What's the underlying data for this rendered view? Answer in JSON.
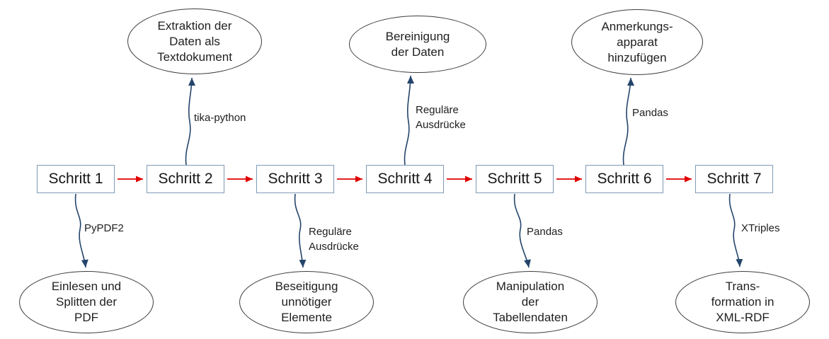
{
  "diagram": {
    "type": "flowchart",
    "language": "de",
    "colors": {
      "step_box_border": "#7f9ab6",
      "flow_arrow": "#e00000",
      "tool_connector": "#24456b",
      "ellipse_border": "#3d3d3d",
      "text": "#1a1a1a",
      "background": "#ffffff"
    },
    "flow": "Schritt 1 -> Schritt 2 -> Schritt 3 -> Schritt 4 -> Schritt 5 -> Schritt 6 -> Schritt 7",
    "steps": [
      {
        "label": "Schritt 1",
        "tool_lines": [
          "PyPDF2"
        ],
        "result_lines": [
          "Einlesen und",
          "Splitten der",
          "PDF"
        ],
        "result_position": "below"
      },
      {
        "label": "Schritt 2",
        "tool_lines": [
          "tika-python"
        ],
        "result_lines": [
          "Extraktion der",
          "Daten als",
          "Textdokument"
        ],
        "result_position": "above"
      },
      {
        "label": "Schritt 3",
        "tool_lines": [
          "Reguläre",
          "Ausdrücke"
        ],
        "result_lines": [
          "Beseitigung",
          "unnötiger",
          "Elemente"
        ],
        "result_position": "below"
      },
      {
        "label": "Schritt 4",
        "tool_lines": [
          "Reguläre",
          "Ausdrücke"
        ],
        "result_lines": [
          "Bereinigung",
          "der Daten"
        ],
        "result_position": "above"
      },
      {
        "label": "Schritt 5",
        "tool_lines": [
          "Pandas"
        ],
        "result_lines": [
          "Manipulation",
          "der",
          "Tabellendaten"
        ],
        "result_position": "below"
      },
      {
        "label": "Schritt 6",
        "tool_lines": [
          "Pandas"
        ],
        "result_lines": [
          "Anmerkungs-",
          "apparat",
          "hinzufügen"
        ],
        "result_position": "above"
      },
      {
        "label": "Schritt 7",
        "tool_lines": [
          "XTriples"
        ],
        "result_lines": [
          "Trans-",
          "formation in",
          "XML-RDF"
        ],
        "result_position": "below"
      }
    ]
  }
}
